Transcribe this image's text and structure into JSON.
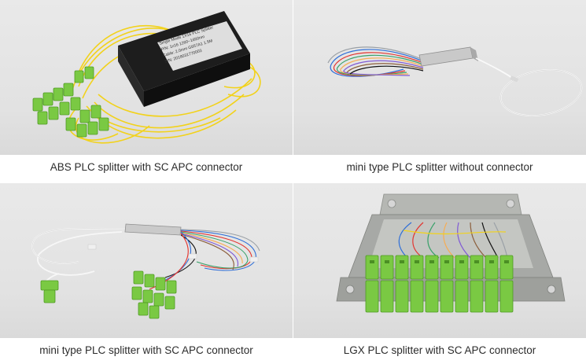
{
  "products": [
    {
      "caption": "ABS PLC splitter with SC APC connector",
      "image": "abs-plc-splitter-photo",
      "box_label": {
        "line1": "Single Mode 1X16 PLC Splitter",
        "line2": "P/N: 1x16 1260~1650nm",
        "line3": "Cable: 2.0mm G657A1 1.5M",
        "line4": "S/N: 2018031770003"
      }
    },
    {
      "caption": "mini type PLC splitter without connector",
      "image": "mini-plc-splitter-bare-photo"
    },
    {
      "caption": "mini type PLC splitter with SC APC connector",
      "image": "mini-plc-splitter-sc-apc-photo"
    },
    {
      "caption": "LGX PLC splitter with SC APC connector",
      "image": "lgx-plc-splitter-photo"
    }
  ],
  "colors": {
    "connector_green": "#7ac943",
    "fiber_yellow": "#f2d21b",
    "box_black": "#1d1d1d",
    "steel": "#b9b9b9",
    "lgx_gray": "#a7a9a6"
  }
}
